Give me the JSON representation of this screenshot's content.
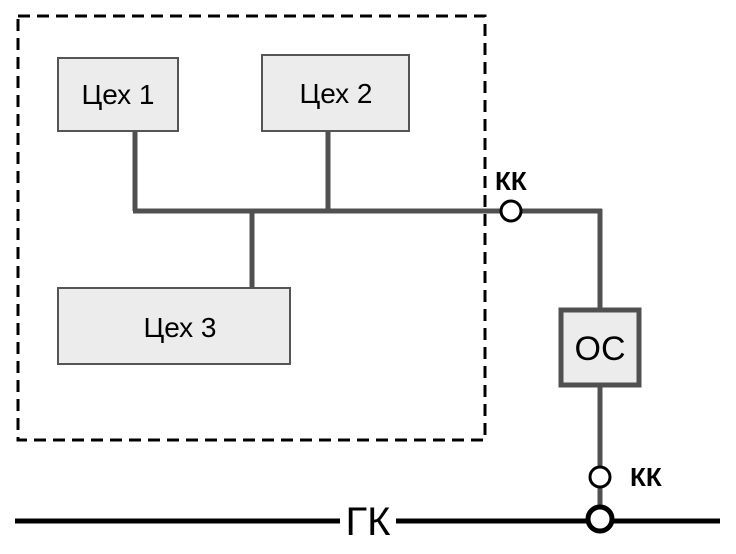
{
  "workshops": {
    "w1": "Цех 1",
    "w2": "Цех 2",
    "w3": "Цех 3"
  },
  "treatment": {
    "label": "ОС"
  },
  "control_points": {
    "upper": "КК",
    "lower": "КК"
  },
  "collector": {
    "label": "ГК"
  },
  "colors": {
    "pipe": "#505050",
    "box_fill": "#ececec",
    "box_stroke": "#555555",
    "boundary": "#000000"
  }
}
